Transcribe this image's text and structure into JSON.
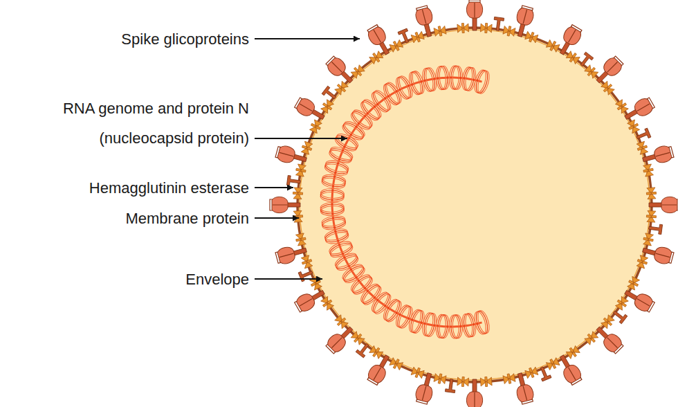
{
  "diagram": {
    "labels": [
      "Spike glicoproteins",
      "RNA genome and protein N (nucleocapsid protein)",
      "Hemagglutinin esterase",
      "Membrane protein",
      "Envelope"
    ]
  }
}
